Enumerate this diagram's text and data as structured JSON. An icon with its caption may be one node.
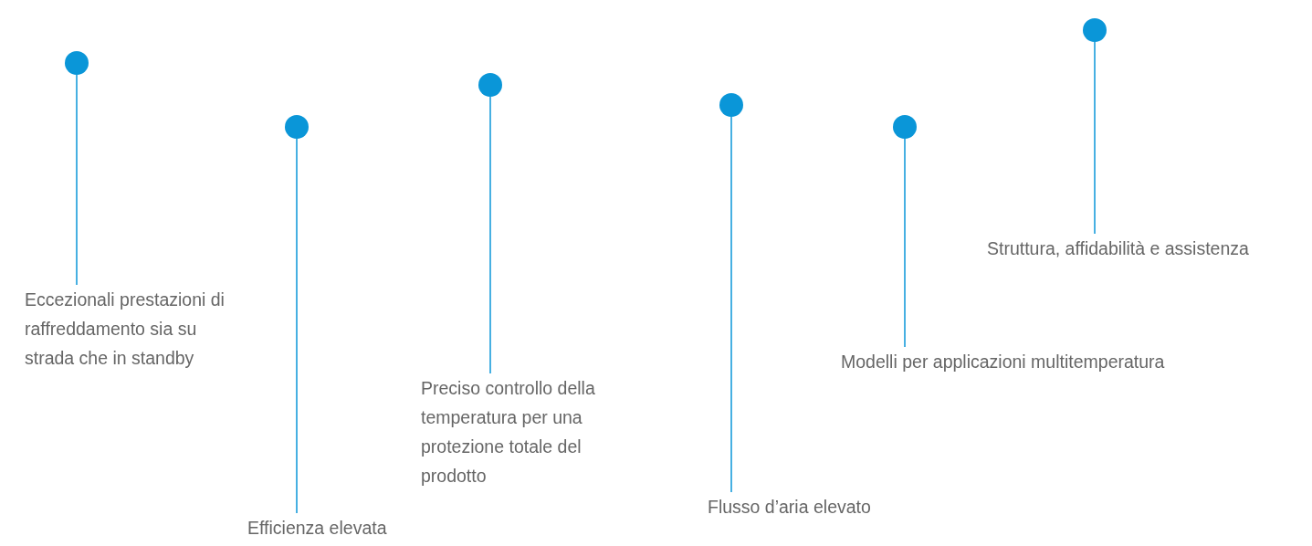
{
  "diagram": {
    "nodes": [
      {
        "text": [],
        "shape": "circle"
      },
      {
        "text": [
          "Eccezionali prestazioni di raffreddamento sia su strada che in standby"
        ]
      },
      {
        "text": [],
        "shape": "circle"
      },
      {
        "text": [
          "Efficienza elevata"
        ]
      },
      {
        "text": [],
        "shape": "circle"
      },
      {
        "text": [
          "Preciso controllo della temperatura per una protezione totale del prodotto"
        ]
      },
      {
        "text": [],
        "shape": "circle"
      },
      {
        "text": [
          "Flusso d’aria elevato"
        ]
      },
      {
        "text": [],
        "shape": "circle"
      },
      {
        "text": [
          "Modelli per applicazioni multitemperatura"
        ]
      },
      {
        "text": [],
        "shape": "circle"
      },
      {
        "text": [
          "Struttura, affidabilità e assistenza"
        ]
      }
    ],
    "edges": [
      {
        "from": 1,
        "to": 0,
        "arrow": "none"
      },
      {
        "from": 3,
        "to": 2,
        "arrow": "none"
      },
      {
        "from": 5,
        "to": 4,
        "arrow": "none"
      },
      {
        "from": 7,
        "to": 6,
        "arrow": "none"
      },
      {
        "from": 9,
        "to": 8,
        "arrow": "none"
      },
      {
        "from": 11,
        "to": 10,
        "arrow": "none"
      }
    ]
  }
}
